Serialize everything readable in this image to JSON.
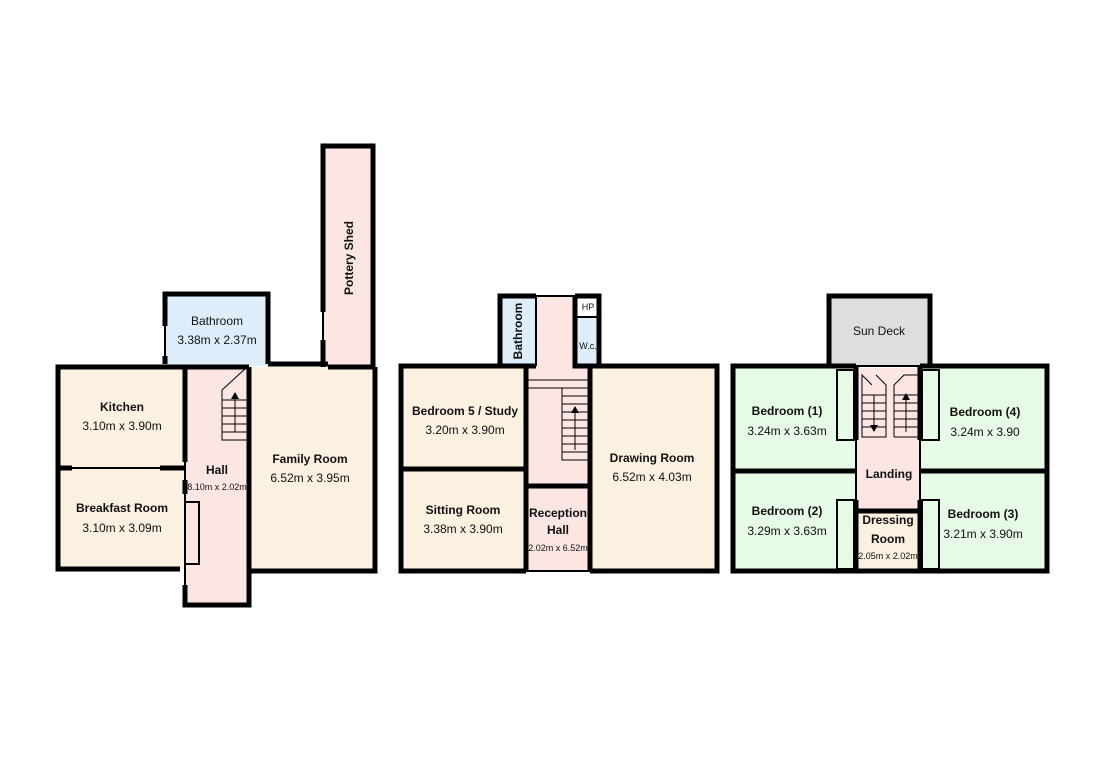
{
  "colors": {
    "peach": "#fbf1e1",
    "pink": "#fbe6e4",
    "blue": "#ddeefa",
    "green": "#e6fbe6",
    "grey": "#dedede",
    "wall": "#000000"
  },
  "ground_floor": {
    "pottery_shed": {
      "name": "Pottery Shed"
    },
    "bathroom": {
      "name": "Bathroom",
      "dims": "3.38m x 2.37m"
    },
    "kitchen": {
      "name": "Kitchen",
      "dims": "3.10m x 3.90m"
    },
    "breakfast_room": {
      "name": "Breakfast Room",
      "dims": "3.10m x 3.09m"
    },
    "hall": {
      "name": "Hall",
      "dims": "8.10m x 2.02m"
    },
    "family_room": {
      "name": "Family Room",
      "dims": "6.52m x 3.95m"
    }
  },
  "first_floor": {
    "bathroom": {
      "name": "Bathroom"
    },
    "hp": {
      "name": "HP"
    },
    "wc": {
      "name": "W.c."
    },
    "bedroom5": {
      "name": "Bedroom 5 / Study",
      "dims": "3.20m x 3.90m"
    },
    "sitting_room": {
      "name": "Sitting Room",
      "dims": "3.38m x 3.90m"
    },
    "reception_hall": {
      "name_line1": "Reception",
      "name_line2": "Hall",
      "dims": "2.02m x 6.52m"
    },
    "drawing_room": {
      "name": "Drawing Room",
      "dims": "6.52m x 4.03m"
    }
  },
  "second_floor": {
    "sun_deck": {
      "name": "Sun Deck"
    },
    "bedroom1": {
      "name": "Bedroom (1)",
      "dims": "3.24m x 3.63m"
    },
    "bedroom4": {
      "name": "Bedroom (4)",
      "dims": "3.24m x 3.90"
    },
    "landing": {
      "name": "Landing"
    },
    "bedroom2": {
      "name": "Bedroom (2)",
      "dims": "3.29m x 3.63m"
    },
    "dressing_room": {
      "name_line1": "Dressing",
      "name_line2": "Room",
      "dims": "2.05m x 2.02m"
    },
    "bedroom3": {
      "name": "Bedroom (3)",
      "dims": "3.21m x 3.90m"
    }
  }
}
